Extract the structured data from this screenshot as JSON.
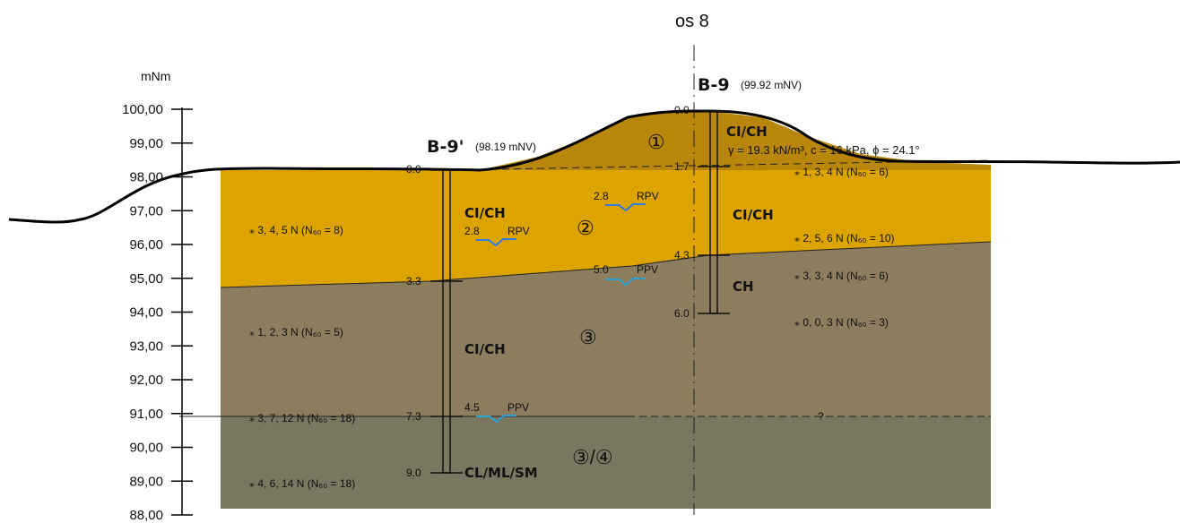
{
  "axis": {
    "unit": "mNm",
    "ticks": [
      "100,00",
      "99,00",
      "98,00",
      "97,00",
      "96,00",
      "95,00",
      "94,00",
      "93,00",
      "92,00",
      "91,00",
      "90,00",
      "89,00",
      "88,00"
    ]
  },
  "axis_line": {
    "label": "os 8"
  },
  "boreholes": [
    {
      "name": "B-9'",
      "elev": "(98.19 mNV)",
      "depths": [
        "0.0",
        "3.3",
        "7.3",
        "9.0"
      ]
    },
    {
      "name": "B-9",
      "elev": "(99.92 mNV)",
      "depths": [
        "0.0",
        "1.7",
        "4.3",
        "6.0"
      ]
    }
  ],
  "layers": {
    "l1": {
      "mark": "①",
      "soil": "CI/CH",
      "props": "γ = 19.3 kN/m³,  c = 16 kPa, ϕ = 24.1°"
    },
    "l2": {
      "mark": "②",
      "soil_left": "CI/CH",
      "soil_right": "CI/CH"
    },
    "l3": {
      "mark": "③",
      "soil_left": "CI/CH",
      "soil_right": "CH"
    },
    "l34": {
      "mark": "③/④",
      "soil": "CL/ML/SM"
    }
  },
  "spt": {
    "left": [
      "3, 4, 5  N  (N₆₀ = 8)",
      "1, 2, 3  N  (N₆₀ = 5)",
      "3, 7, 12  N  (N₆₀ = 18)",
      "4, 6, 14  N  (N₆₀ = 18)"
    ],
    "right": [
      "1, 3, 4  N  (N₆₀ = 6)",
      "2, 5, 6  N  (N₆₀ = 10)",
      "3, 3, 4  N  (N₆₀ = 6)",
      "0, 0, 3  N  (N₆₀ = 3)"
    ]
  },
  "water": [
    {
      "value": "2.8",
      "label": "RPV"
    },
    {
      "value": "2.8",
      "label": "RPV"
    },
    {
      "value": "5.0",
      "label": "PPV"
    },
    {
      "value": "4.5",
      "label": "PPV"
    }
  ],
  "question_mark": "?",
  "colors": {
    "l1": "#b8860b",
    "l2": "#dda400",
    "l3": "#8b7d5e",
    "l4": "#7a7760",
    "water": "#2c7be5"
  }
}
